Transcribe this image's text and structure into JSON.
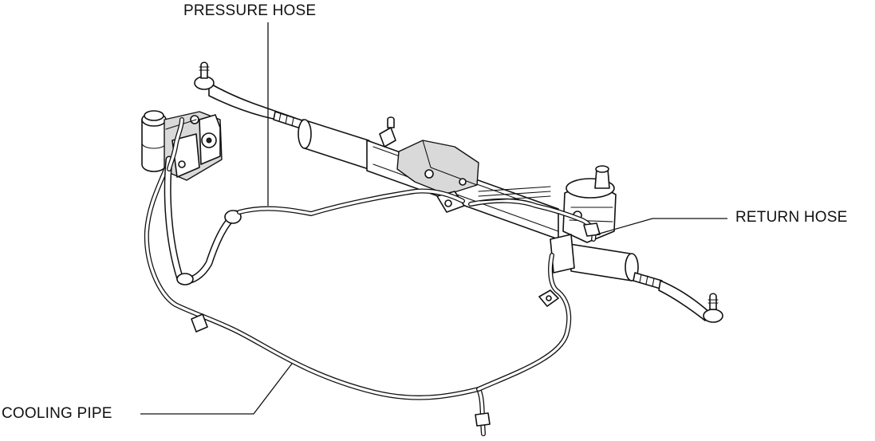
{
  "labels": {
    "pressure_hose": "PRESSURE HOSE",
    "return_hose": "RETURN HOSE",
    "cooling_pipe": "COOLING PIPE"
  },
  "colors": {
    "line": "#111111",
    "background": "#ffffff",
    "shade": "#d9d9d9"
  }
}
